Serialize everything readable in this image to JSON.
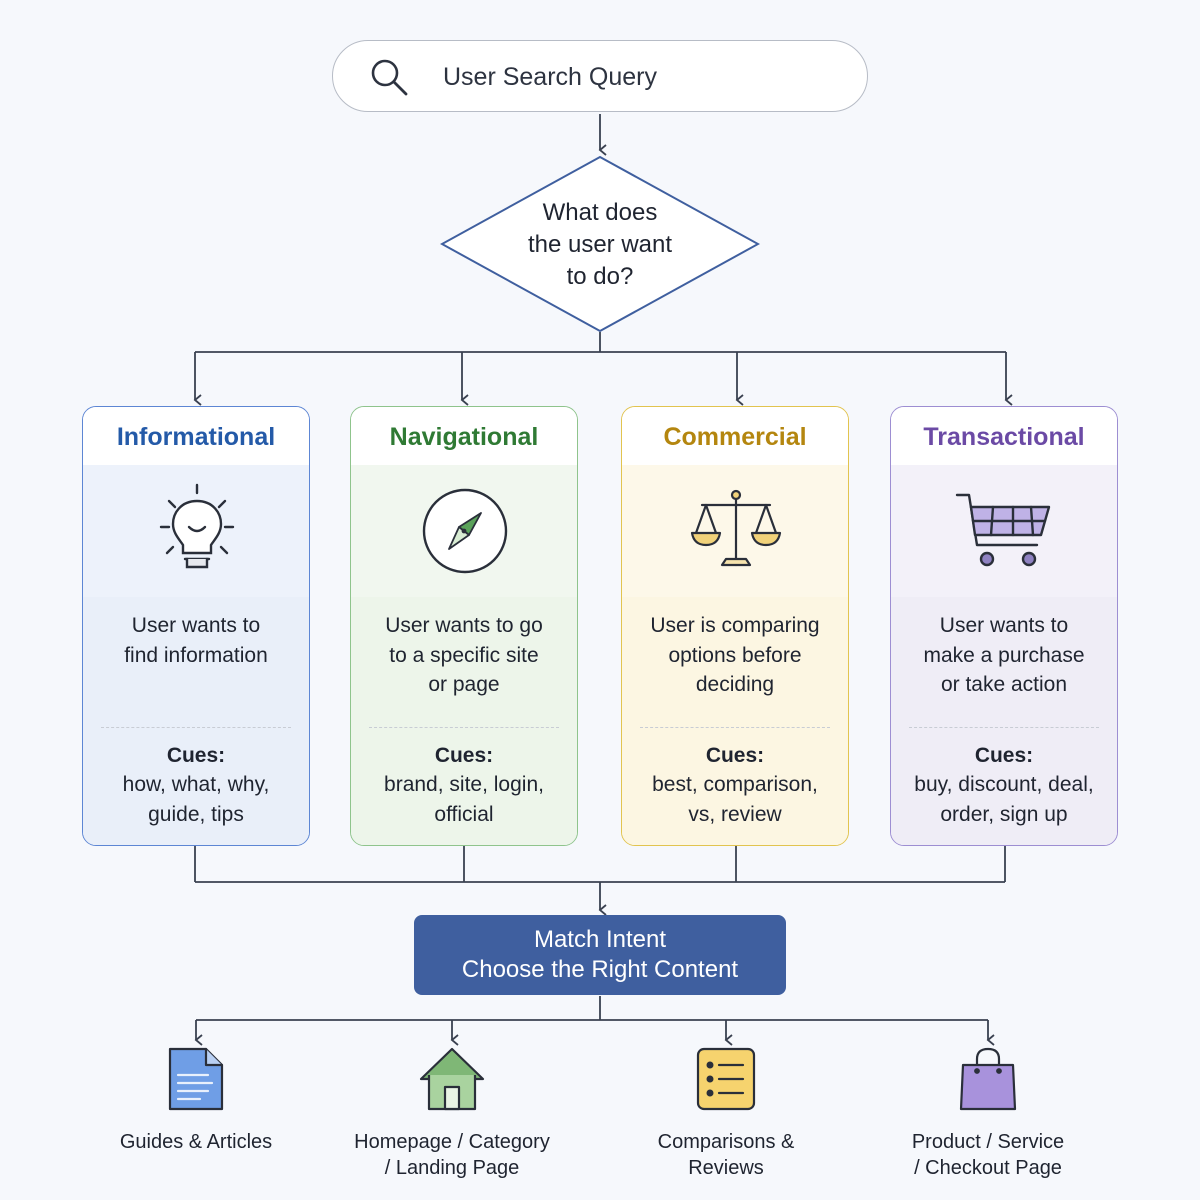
{
  "search": {
    "label": "User Search Query"
  },
  "decision": {
    "line1": "What does",
    "line2": "the user want",
    "line3": "to do?"
  },
  "cards": [
    {
      "title": "Informational",
      "desc": [
        "User wants to",
        "find information"
      ],
      "cues_title": "Cues:",
      "cues": [
        "how, what, why,",
        "guide, tips"
      ],
      "icon": "lightbulb-icon",
      "color": "#245aa8"
    },
    {
      "title": "Navigational",
      "desc": [
        "User wants to go",
        "to a specific site",
        "or page"
      ],
      "cues_title": "Cues:",
      "cues": [
        "brand, site, login,",
        "official"
      ],
      "icon": "compass-icon",
      "color": "#2f7a34"
    },
    {
      "title": "Commercial",
      "desc": [
        "User is comparing",
        "options before",
        "deciding"
      ],
      "cues_title": "Cues:",
      "cues": [
        "best, comparison,",
        "vs, review"
      ],
      "icon": "scale-icon",
      "color": "#b4860f"
    },
    {
      "title": "Transactional",
      "desc": [
        "User wants to",
        "make a purchase",
        "or take action"
      ],
      "cues_title": "Cues:",
      "cues": [
        "buy, discount, deal,",
        "order, sign up"
      ],
      "icon": "shopping-cart-icon",
      "color": "#6b4aa5"
    }
  ],
  "match": {
    "line1": "Match Intent",
    "line2": "Choose the Right Content",
    "color": "#3f5f9f"
  },
  "outputs": [
    {
      "lines": [
        "Guides & Articles"
      ],
      "icon": "document-icon"
    },
    {
      "lines": [
        "Homepage / Category",
        "/ Landing Page"
      ],
      "icon": "house-icon"
    },
    {
      "lines": [
        "Comparisons &",
        "Reviews"
      ],
      "icon": "list-icon"
    },
    {
      "lines": [
        "Product / Service",
        "/ Checkout Page"
      ],
      "icon": "shopping-bag-icon"
    }
  ]
}
